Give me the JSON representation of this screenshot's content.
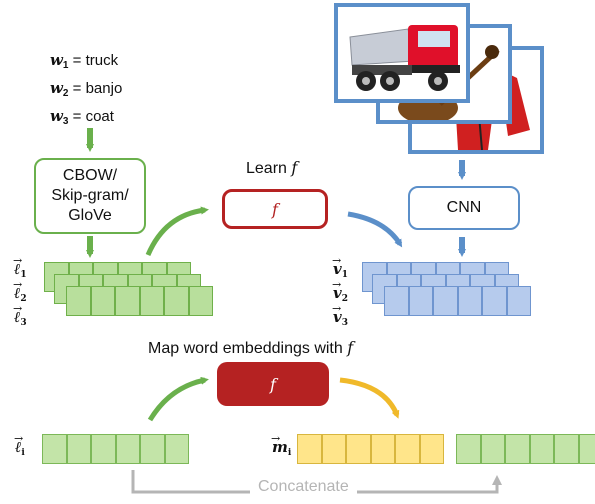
{
  "words": [
    {
      "symbol": "w",
      "sub": "1",
      "value": "= truck"
    },
    {
      "symbol": "w",
      "sub": "2",
      "value": "= banjo"
    },
    {
      "symbol": "w",
      "sub": "3",
      "value": "= coat"
    }
  ],
  "embedding_box": {
    "line1": "CBOW/",
    "line2": "Skip-gram/",
    "line3": "GloVe"
  },
  "learn_label": {
    "text": "Learn",
    "symbol": "f"
  },
  "f_symbol": "f",
  "cnn_label": "CNN",
  "word_vectors": [
    {
      "symbol": "ℓ",
      "sub": "1"
    },
    {
      "symbol": "ℓ",
      "sub": "2"
    },
    {
      "symbol": "ℓ",
      "sub": "3"
    }
  ],
  "visual_vectors": [
    {
      "symbol": "v",
      "sub": "1"
    },
    {
      "symbol": "v",
      "sub": "2"
    },
    {
      "symbol": "v",
      "sub": "3"
    }
  ],
  "map_label": {
    "text": "Map word embeddings with",
    "symbol": "f"
  },
  "bottom_left_vector": {
    "symbol": "ℓ",
    "sub": "i"
  },
  "mapped_vector": {
    "symbol": "m",
    "sub": "i"
  },
  "concatenate_label": "Concatenate",
  "arrow_symbol": "→",
  "colors": {
    "green": "#6ab04c",
    "red": "#b22222",
    "dark_red": "#b52222",
    "blue": "#5b8fc9",
    "yellow": "#f0b92a",
    "gray": "#b5b5b5"
  }
}
